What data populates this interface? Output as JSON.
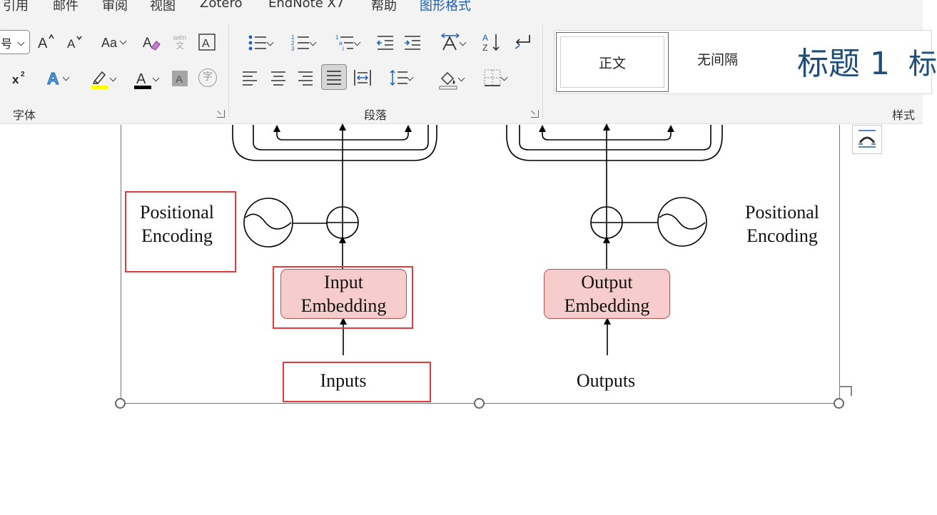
{
  "menu": {
    "items": [
      "引用",
      "邮件",
      "审阅",
      "视图",
      "Zotero",
      "EndNote X7",
      "帮助",
      "图形格式"
    ],
    "active": "图形格式"
  },
  "ribbon": {
    "font_group": {
      "label": "字体",
      "font_size_value": "号",
      "phonetic_guide": "wén",
      "phonetic_char": "文",
      "enclose_char": "字",
      "highlight_color": "#ffff00",
      "font_color": "#000000"
    },
    "paragraph_group": {
      "label": "段落"
    },
    "styles_group": {
      "label": "样式",
      "items": [
        "正文",
        "无间隔",
        "标题 1",
        "标"
      ]
    }
  },
  "diagram": {
    "left_pe": [
      "Positional",
      "Encoding"
    ],
    "right_pe": [
      "Positional",
      "Encoding"
    ],
    "input_embedding": [
      "Input",
      "Embedding"
    ],
    "output_embedding": [
      "Output",
      "Embedding"
    ],
    "inputs": "Inputs",
    "outputs": "Outputs",
    "embedding_fill": "#f6cccc",
    "embedding_stroke": "#b85450",
    "highlight_color": "#e03a3a"
  }
}
